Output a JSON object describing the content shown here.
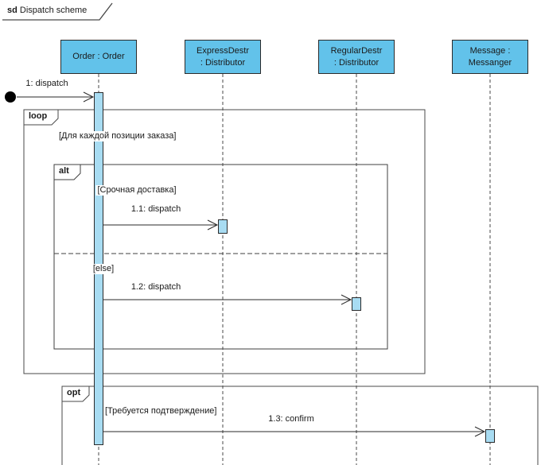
{
  "frame": {
    "operator": "sd",
    "title": "Dispatch scheme"
  },
  "lifelines": [
    {
      "id": "order",
      "lines": [
        "Order : Order"
      ]
    },
    {
      "id": "express",
      "lines": [
        "ExpressDestr",
        ": Distributor"
      ]
    },
    {
      "id": "regular",
      "lines": [
        "RegularDestr",
        ": Distributor"
      ]
    },
    {
      "id": "message",
      "lines": [
        "Message :",
        "Messanger"
      ]
    }
  ],
  "fragments": [
    {
      "operator": "loop",
      "guard": "[Для каждой позиции заказа]"
    },
    {
      "operator": "alt",
      "guard_if": "[Срочная доставка]",
      "guard_else": "[else]"
    },
    {
      "operator": "opt",
      "guard": "[Требуется подтверждение]"
    }
  ],
  "messages": [
    {
      "label": "1: dispatch"
    },
    {
      "label": "1.1: dispatch"
    },
    {
      "label": "1.2: dispatch"
    },
    {
      "label": "1.3: confirm"
    }
  ],
  "colors": {
    "header-fill": "#62c2ea",
    "activation-fill": "#a8dcf2",
    "line": "#4a4a4a",
    "msg-line": "#2a2a2a"
  }
}
